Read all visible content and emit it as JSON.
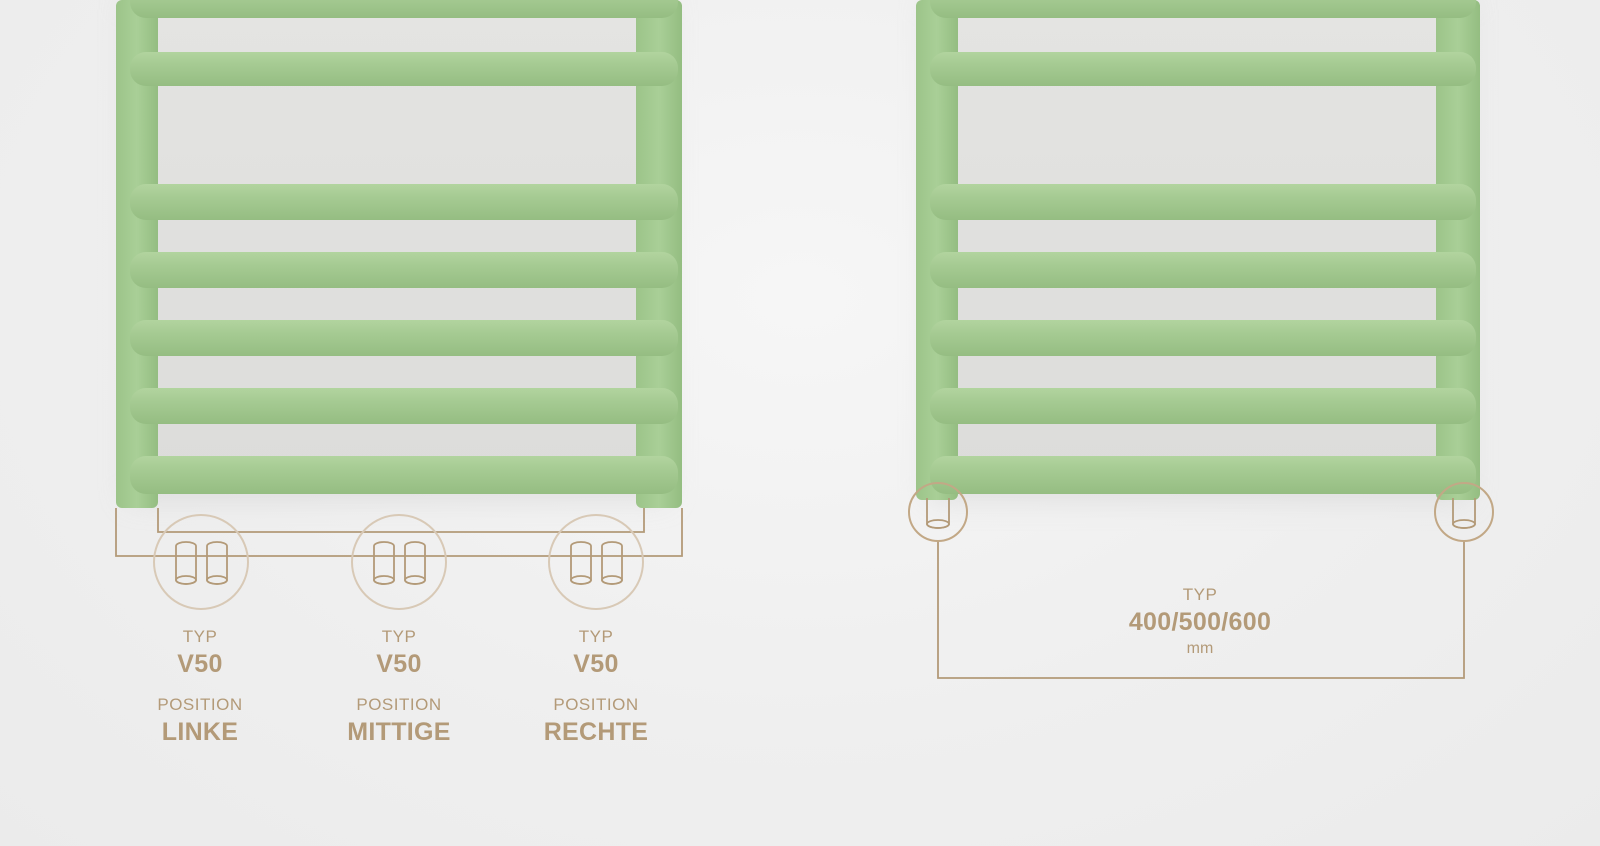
{
  "colors": {
    "radiator": "#a3c990",
    "radiator_shade": "#8fb97c",
    "accent": "#b39a78",
    "background": "#efefef"
  },
  "left": {
    "valves": [
      {
        "typ_label": "TYP",
        "typ_value": "V50",
        "position_label": "POSITION",
        "position_value": "LINKE"
      },
      {
        "typ_label": "TYP",
        "typ_value": "V50",
        "position_label": "POSITION",
        "position_value": "MITTIGE"
      },
      {
        "typ_label": "TYP",
        "typ_value": "V50",
        "position_label": "POSITION",
        "position_value": "RECHTE"
      }
    ]
  },
  "right": {
    "typ_label": "TYP",
    "typ_value": "400/500/600",
    "unit": "mm"
  },
  "icons": [
    "double-valve-icon",
    "single-valve-icon"
  ]
}
